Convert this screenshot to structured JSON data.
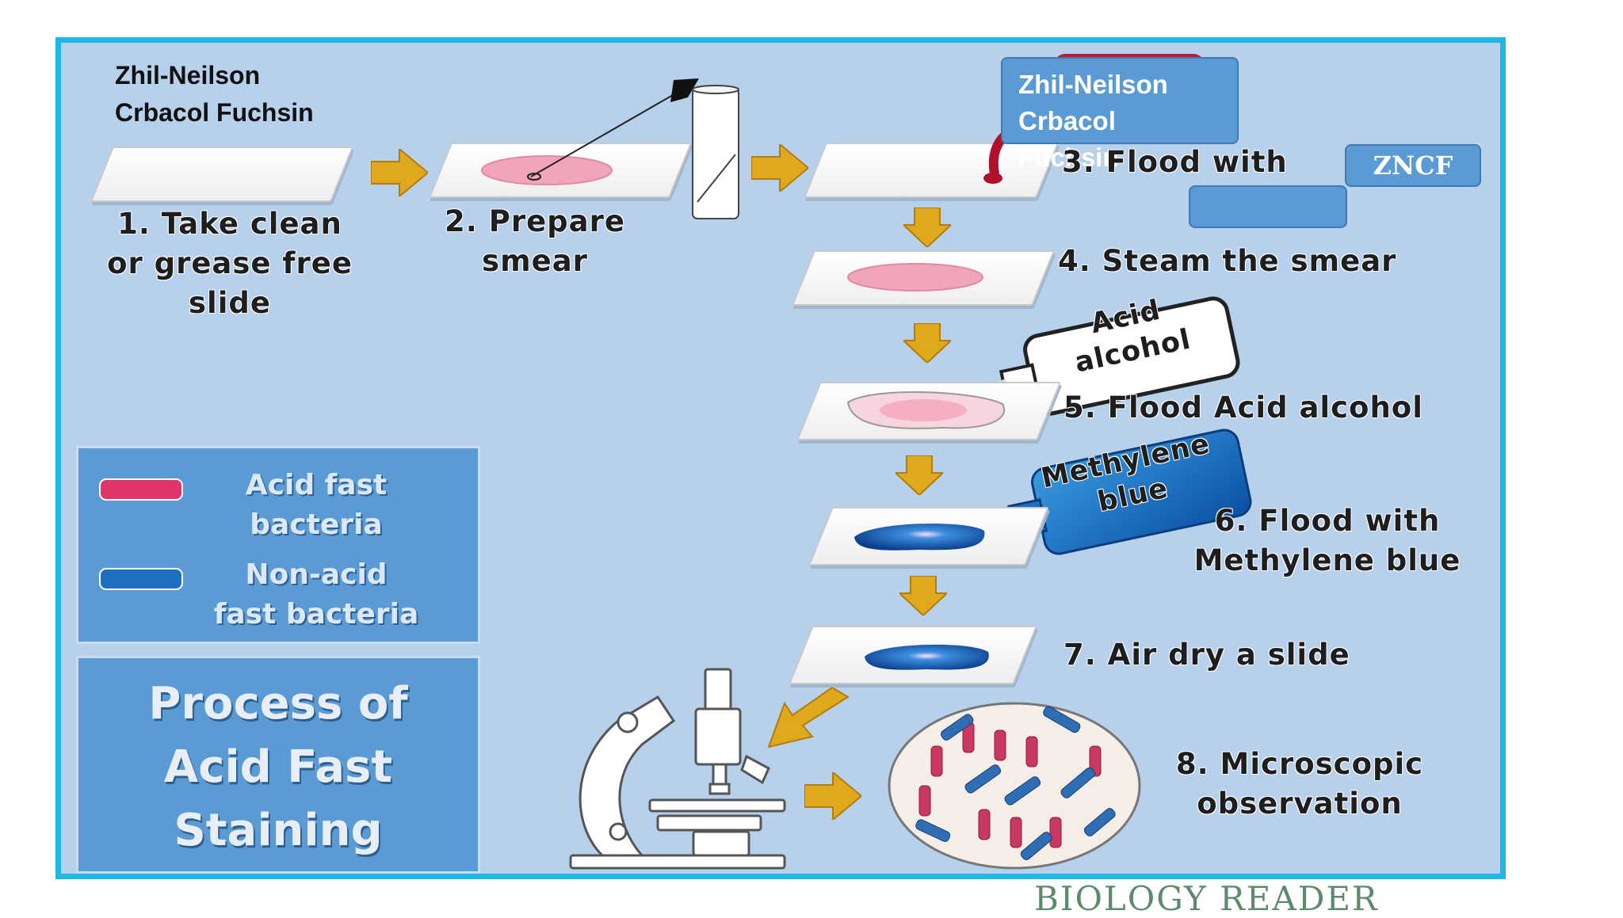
{
  "header_label": {
    "line1": "Zhil-Neilson",
    "line2": "Crbacol Fuchsin"
  },
  "bottle_overlay": {
    "line1": "Zhil-Neilson",
    "line2": "Crbacol Fuchsin"
  },
  "zncf_box": "ZNCF",
  "steps": {
    "s1": [
      "1. Take clean",
      "or grease free",
      "slide"
    ],
    "s2": [
      "2. Prepare",
      "smear"
    ],
    "s3": "3. Flood with",
    "s4": "4. Steam the smear",
    "s5": "5. Flood Acid alcohol",
    "s6": [
      "6. Flood with",
      "Methylene blue"
    ],
    "s7": "7. Air dry a slide",
    "s8": [
      "8. Microscopic",
      "observation"
    ]
  },
  "bottles": {
    "acid_alcohol": [
      "Acid",
      "alcohol"
    ],
    "methylene_blue": [
      "Methylene",
      "blue"
    ]
  },
  "legend": {
    "items": [
      {
        "label": [
          "Acid fast",
          "bacteria"
        ],
        "color": "#e0356a"
      },
      {
        "label": [
          "Non-acid",
          "fast bacteria"
        ],
        "color": "#1f6fc0"
      }
    ]
  },
  "title": [
    "Process of",
    "Acid Fast",
    "Staining"
  ],
  "brand": "BIOLOGY READER",
  "colors": {
    "panel": "#b7d0ec",
    "border": "#1fb7e6",
    "arrow": "#e0a81c",
    "box": "#5b9bd5"
  }
}
